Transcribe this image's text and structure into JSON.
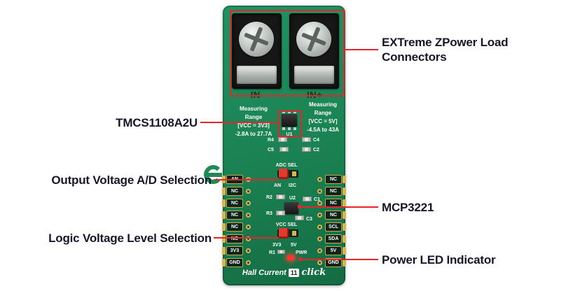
{
  "colors": {
    "pcb_green": "#1a8152",
    "annotation_red": "#e62429",
    "callout_text": "#17172a",
    "silk_white": "#ffffff",
    "pad_gold": "#d8b54e"
  },
  "callouts": {
    "connectors": {
      "line1": "EXTreme ZPower Load",
      "line2": "Connectors"
    },
    "tmcs": "TMCS1108A2U",
    "adc": "Output Voltage A/D Selection",
    "vcc": "Logic Voltage Level Selection",
    "mcp": "MCP3221",
    "pwr": "Power LED Indicator"
  },
  "board": {
    "connector_neg": "IN-",
    "connector_pos": "IN+",
    "measuring_left": {
      "l1": "Measuring",
      "l2": "Range",
      "l3": "[VCC = 3V3]",
      "l4": "-2.8A to 27.7A"
    },
    "measuring_right": {
      "l1": "Measuring",
      "l2": "Range",
      "l3": "[VCC = 5V]",
      "l4": "-4.5A to 43A"
    },
    "refs": {
      "u1": "U1",
      "u2": "U2",
      "r1": "R1",
      "r2": "R2",
      "r3": "R3",
      "r4": "R4",
      "c1": "C1",
      "c2": "C2",
      "c3": "C3",
      "c4": "C4",
      "c5": "C5",
      "pwr": "PWR"
    },
    "adc_jumper": {
      "title": "ADC SEL",
      "opt1": "AN",
      "opt2": "I2C"
    },
    "vcc_jumper": {
      "title": "VCC SEL",
      "opt1": "3V3",
      "opt2": "5V"
    },
    "pins_left": [
      "AN",
      "NC",
      "NC",
      "NC",
      "NC",
      "NC",
      "3V3",
      "GND"
    ],
    "pins_right": [
      "NC",
      "NC",
      "NC",
      "NC",
      "SCL",
      "SDA",
      "5V",
      "GND"
    ],
    "title": {
      "name": "Hall Current",
      "number": "11",
      "suffix": "click"
    }
  }
}
